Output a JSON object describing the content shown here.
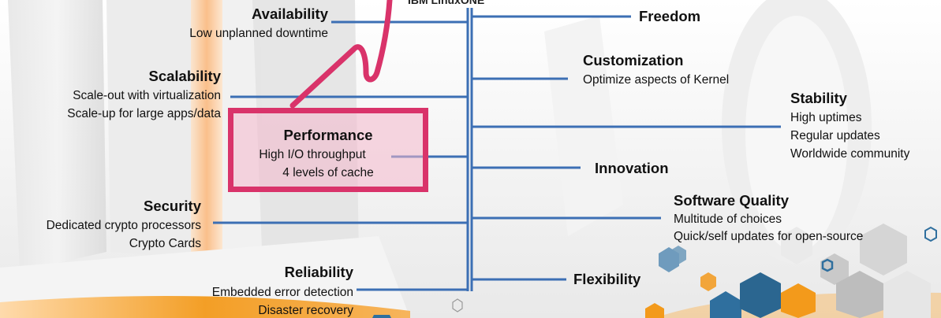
{
  "brand": "IBM LinuxONE",
  "left_features": {
    "availability": {
      "title": "Availability",
      "lines": [
        "Low unplanned downtime"
      ]
    },
    "scalability": {
      "title": "Scalability",
      "lines": [
        "Scale-out with virtualization",
        "Scale-up for large apps/data"
      ]
    },
    "performance": {
      "title": "Performance",
      "lines": [
        "High I/O throughput",
        "4 levels of cache"
      ]
    },
    "security": {
      "title": "Security",
      "lines": [
        "Dedicated crypto processors",
        "Crypto Cards"
      ]
    },
    "reliability": {
      "title": "Reliability",
      "lines": [
        "Embedded error detection",
        "Disaster recovery"
      ]
    }
  },
  "right_features": {
    "freedom": {
      "title": "Freedom"
    },
    "customization": {
      "title": "Customization",
      "lines": [
        "Optimize aspects of Kernel"
      ]
    },
    "stability": {
      "title": "Stability",
      "lines": [
        "High uptimes",
        "Regular updates",
        "Worldwide community"
      ]
    },
    "innovation": {
      "title": "Innovation"
    },
    "software_quality": {
      "title": "Software Quality",
      "lines": [
        "Multitude of choices",
        "Quick/self updates for open-source"
      ]
    },
    "flexibility": {
      "title": "Flexibility"
    }
  },
  "colors": {
    "connector": "#3c6fb4",
    "highlight_border": "#d9336a",
    "highlight_fill": "#f4b8cc",
    "accent_orange": "#f39a1b",
    "hexagon_blue": "#2f6f9e"
  }
}
